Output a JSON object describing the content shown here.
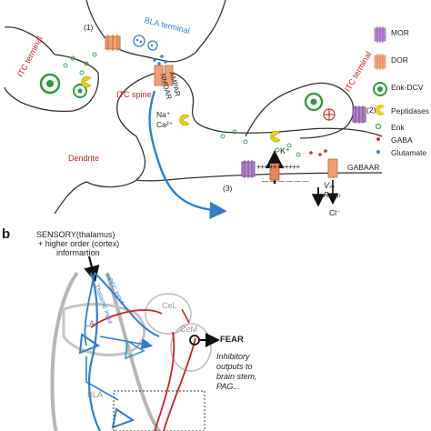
{
  "panel_b": {
    "letter": "b"
  },
  "panel_a": {
    "labels": {
      "step1": "(1)",
      "step2": "(2)",
      "step3": "(3)",
      "bla_terminal": "BLA terminal",
      "itc_terminal_left": "ITC terminal",
      "itc_terminal_right": "ITC terminal",
      "ampar": "AMPAR",
      "nmdar": "NMDAR",
      "itc_spine": "ITC spine",
      "na": "Na⁺",
      "ca": "Ca²⁺",
      "dendrite": "Dendrite",
      "kplus": "K⁺",
      "vm": "Vₘ",
      "rinput": "Rᵢₙₚᵤₜ",
      "gabaar": "GABAAR",
      "clminus": "Cl⁻",
      "plus_row": "+++  ++++++++",
      "minus_row": "— — — — — —"
    },
    "legend": [
      {
        "label": "MOR",
        "icon": "mor-icon",
        "color": "#9b5fc0"
      },
      {
        "label": "DOR",
        "icon": "dor-icon",
        "color": "#e8865a"
      },
      {
        "label": "Enk-DCV",
        "icon": "enk-dcv-icon",
        "color": "#2e9a3a"
      },
      {
        "label": "Peptidases",
        "icon": "peptidase-icon",
        "color": "#e9d21a"
      },
      {
        "label": "Enk",
        "icon": "enk-dot-icon",
        "color": "#3aa84a"
      },
      {
        "label": "GABA",
        "icon": "gaba-dot-icon",
        "color": "#d0302a"
      },
      {
        "label": "Glutamate",
        "icon": "glutamate-dot-icon",
        "color": "#3a7fd0"
      }
    ]
  },
  "panel_b_labels": {
    "sensory_line1": "SENSORY(thalamus)",
    "sensory_line2": "+ higher order (cortex)",
    "sensory_line3": "informartion",
    "thalamic_input": "Thalamic input",
    "mpfc_input": "mPFC input",
    "la": "LA",
    "bla": "BLA",
    "cel": "CeL",
    "cem": "CeM",
    "fear": "FEAR",
    "out1": "Inhibitory",
    "out2": "outputs to",
    "out3": "brain stem,",
    "out4": "PAG..."
  }
}
